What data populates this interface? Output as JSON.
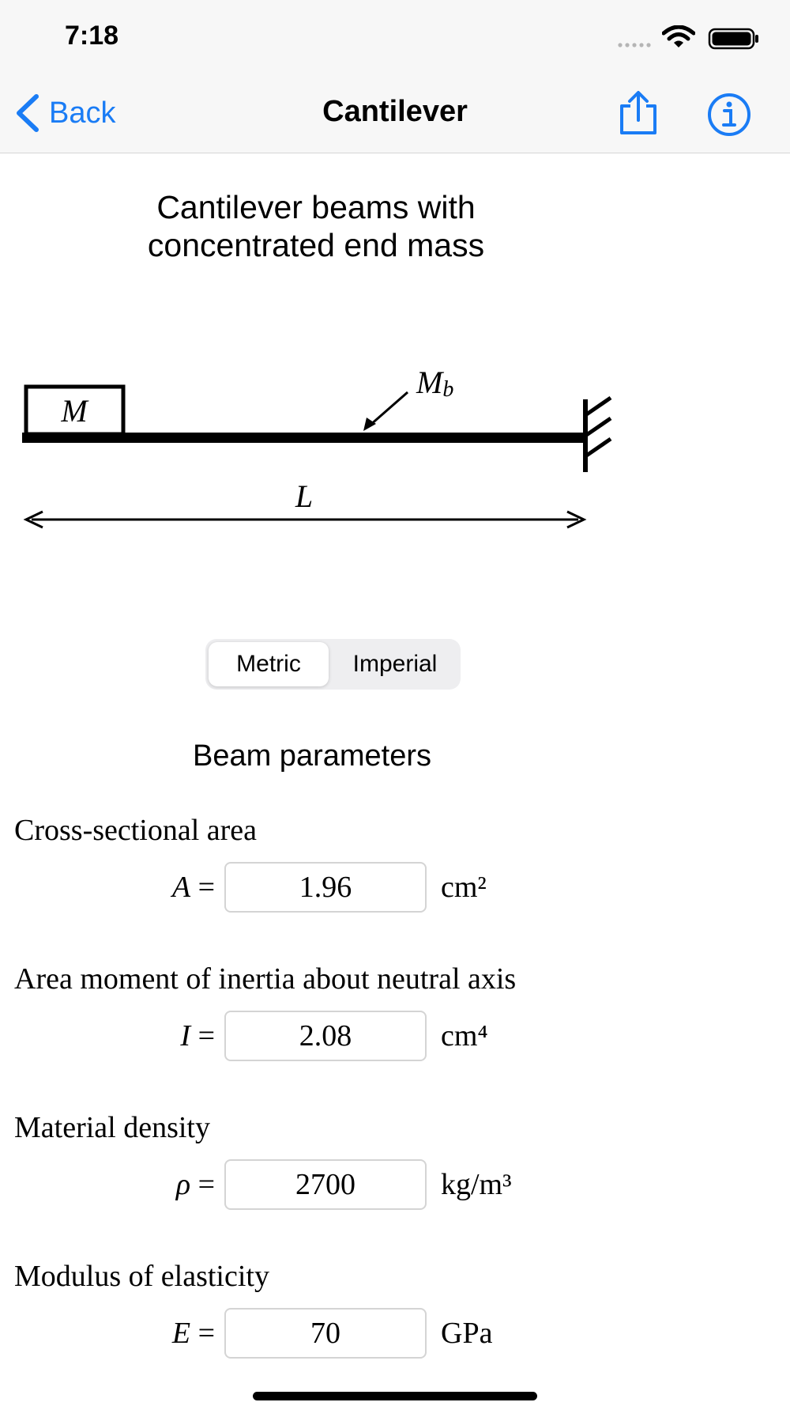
{
  "status": {
    "time": "7:18"
  },
  "nav": {
    "back_label": "Back",
    "title": "Cantilever"
  },
  "page": {
    "heading_line1": "Cantilever beams with",
    "heading_line2": "concentrated end mass"
  },
  "diagram": {
    "mass_label": "M",
    "beam_mass_label": "M",
    "beam_mass_sub": "b",
    "length_label": "L"
  },
  "units_toggle": {
    "options": [
      "Metric",
      "Imperial"
    ],
    "selected": "Metric"
  },
  "section": {
    "title": "Beam parameters"
  },
  "params": [
    {
      "label": "Cross-sectional area",
      "symbol": "A",
      "value": "1.96",
      "unit": "cm²"
    },
    {
      "label": "Area moment of inertia about neutral axis",
      "symbol": "I",
      "value": "2.08",
      "unit": "cm⁴"
    },
    {
      "label": "Material density",
      "symbol": "ρ",
      "value": "2700",
      "unit": "kg/m³"
    },
    {
      "label": "Modulus of elasticity",
      "symbol": "E",
      "value": "70",
      "unit": "GPa"
    }
  ],
  "colors": {
    "accent": "#1a7cf5",
    "bar_bg": "#f7f7f7"
  },
  "icons": {
    "back": "chevron-left-icon",
    "share": "share-icon",
    "info": "info-icon"
  }
}
